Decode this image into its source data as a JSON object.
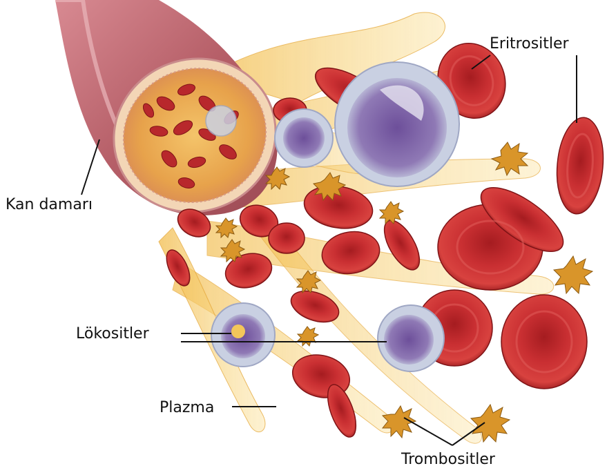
{
  "labels": {
    "eritrositler": "Eritrositler",
    "kan_damari": "Kan damarı",
    "lokositler": "Lökositler",
    "plazma": "Plazma",
    "trombositler": "Trombositler"
  },
  "colors": {
    "rbc": "#c0282d",
    "rbc_dark": "#8e1418",
    "rbc_light": "#e04a48",
    "plasma": "#f3c65a",
    "plasma_light": "#fbe3a0",
    "vessel": "#b86a72",
    "vessel_light": "#e6aeb0",
    "wbc": "#8a6fb0",
    "wbc_halo": "#c9cfe0",
    "platelet": "#d9952a"
  }
}
